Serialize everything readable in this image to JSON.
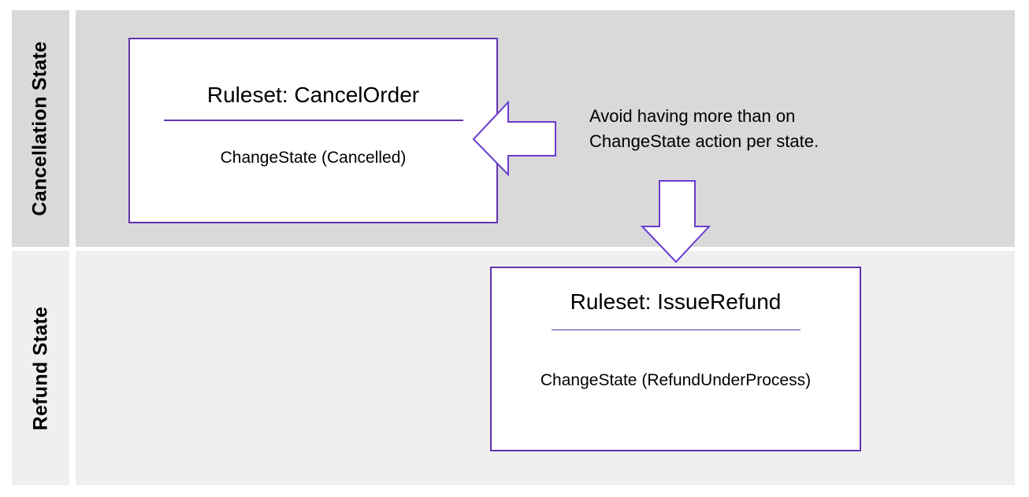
{
  "diagram": {
    "lanes": [
      {
        "label": "Cancellation State",
        "background": "#d9d9d9"
      },
      {
        "label": "Refund State",
        "background": "#efefef"
      }
    ],
    "rulesets": [
      {
        "title": "Ruleset: CancelOrder",
        "action": "ChangeState (Cancelled)"
      },
      {
        "title": "Ruleset: IssueRefund",
        "action": "ChangeState (RefundUnderProcess)"
      }
    ],
    "annotation": "Avoid having more than on ChangeState action per state.",
    "icons": [
      {
        "name": "left-block-arrow"
      },
      {
        "name": "down-block-arrow"
      }
    ],
    "colors": {
      "lane_cancellation_bg": "#d9d9d9",
      "lane_refund_bg": "#efefef",
      "box_border": "#6134b0",
      "arrow_outline": "#6a3bd1",
      "text": "#000000",
      "page_bg": "#ffffff"
    }
  }
}
